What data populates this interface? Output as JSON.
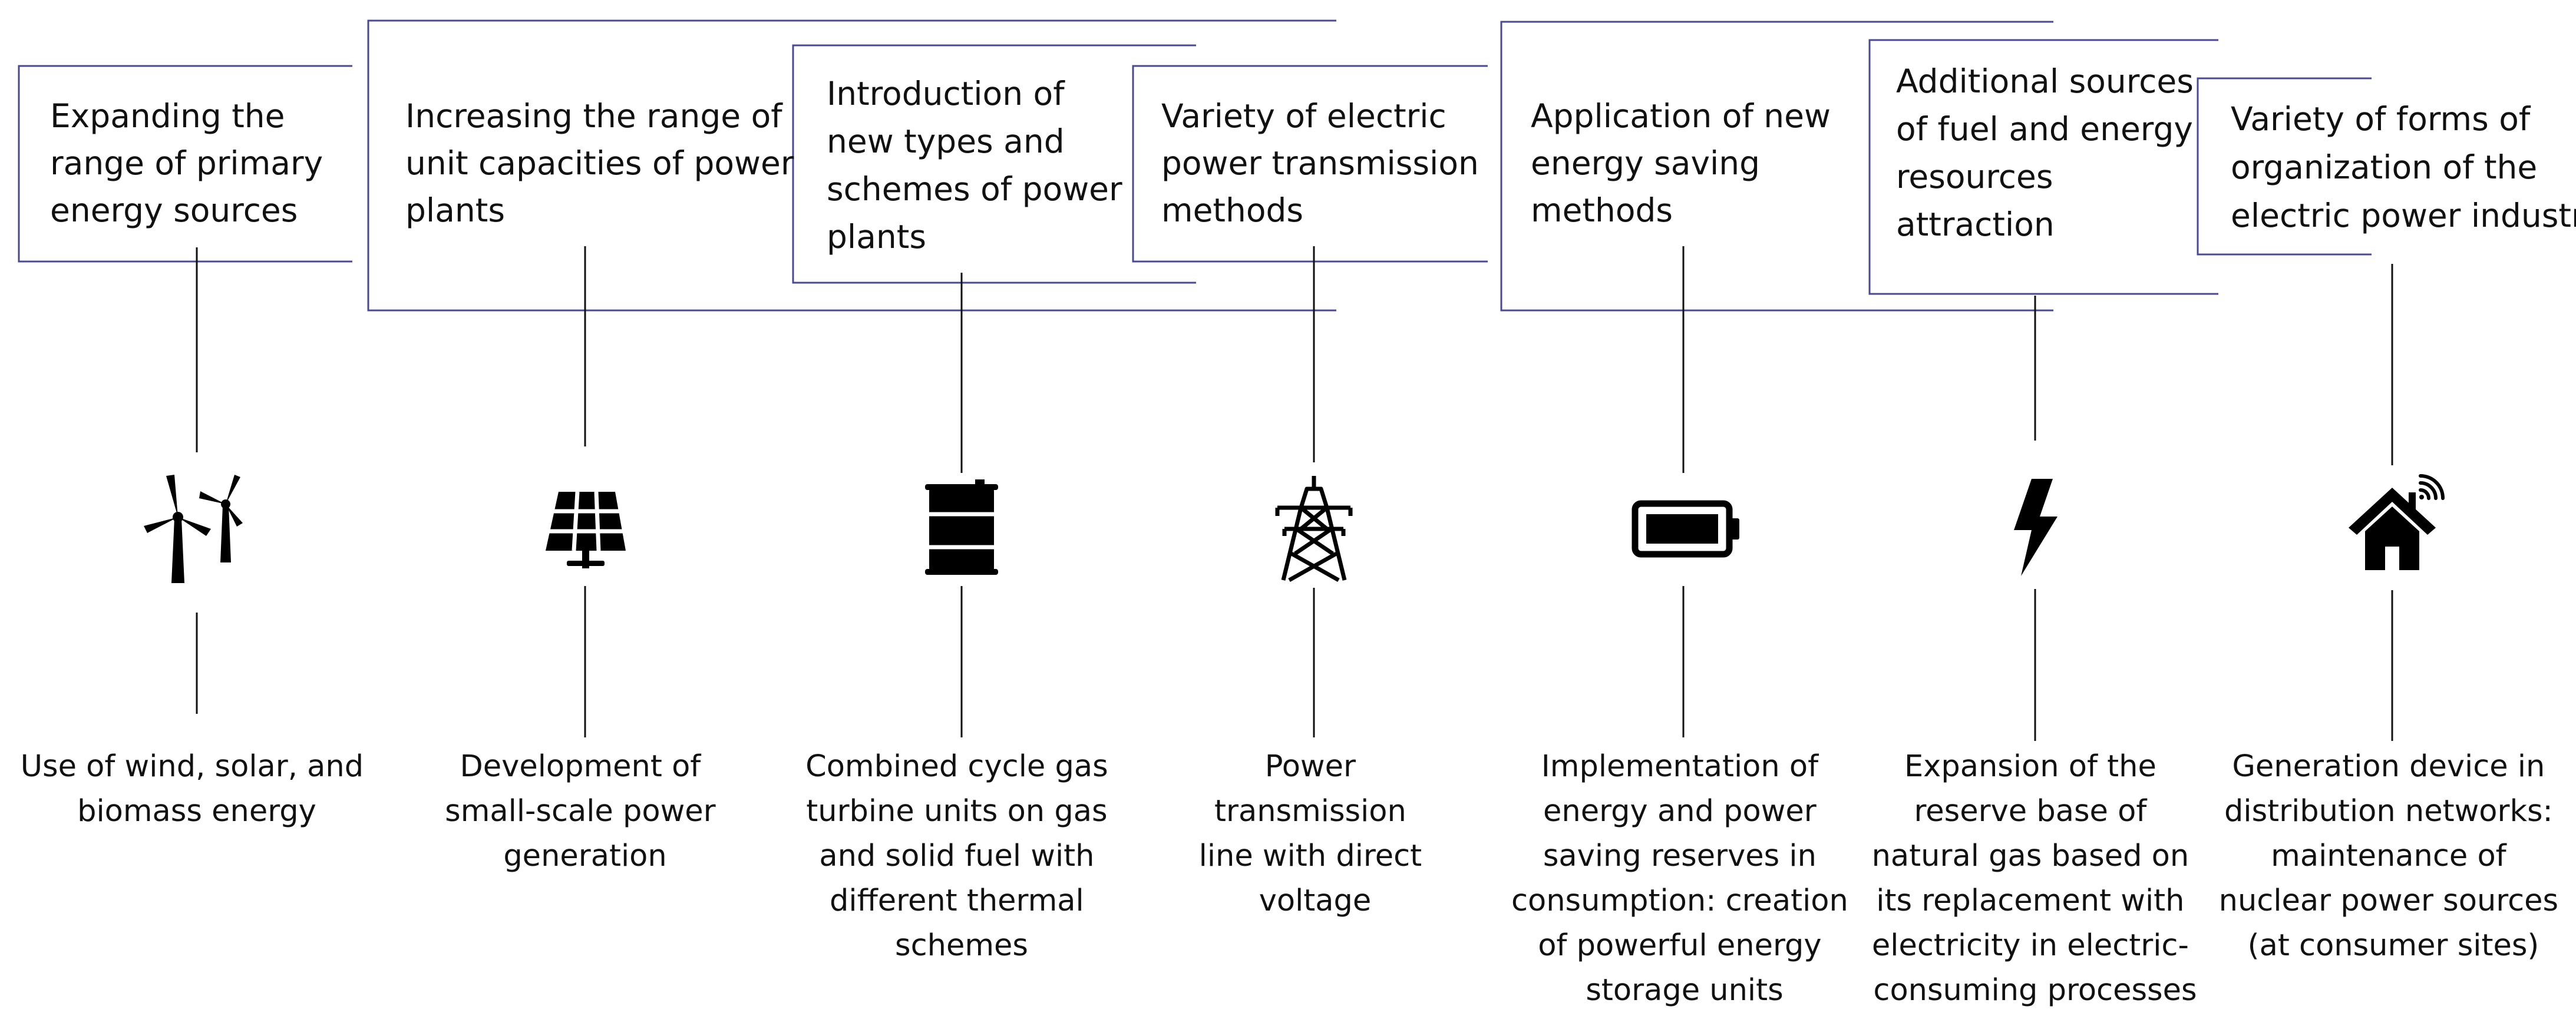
{
  "columns": [
    {
      "header": [
        "Expanding the",
        "range of primary",
        "energy sources"
      ],
      "footer": [
        "Use of wind, solar, and",
        "biomass energy"
      ],
      "icon": "wind-turbine-icon"
    },
    {
      "header": [
        "Increasing the range of",
        "unit capacities of power",
        "plants"
      ],
      "footer": [
        "Development of",
        "small-scale power",
        "generation"
      ],
      "icon": "solar-panel-icon"
    },
    {
      "header": [
        "Introduction of",
        "new types and",
        "schemes of power",
        "plants"
      ],
      "footer": [
        "Combined cycle gas",
        "turbine units on gas",
        "and solid fuel with",
        "different thermal",
        "schemes"
      ],
      "icon": "oil-barrel-icon"
    },
    {
      "header": [
        "Variety of electric",
        "power transmission",
        "methods"
      ],
      "footer": [
        "Power",
        "transmission",
        "line with direct",
        "voltage"
      ],
      "icon": "power-pylon-icon"
    },
    {
      "header": [
        "Application of new",
        "energy saving",
        "methods"
      ],
      "footer": [
        "Implementation of",
        "energy and power",
        "saving reserves in",
        "consumption: creation",
        "of powerful energy",
        "storage units"
      ],
      "icon": "battery-icon"
    },
    {
      "header": [
        "Additional sources",
        "of fuel and energy",
        "resources",
        "attraction"
      ],
      "footer": [
        "Expansion of the",
        "reserve base of",
        "natural gas based on",
        "its replacement with",
        "electricity in electric-",
        "consuming processes"
      ],
      "icon": "lightning-bolt-icon"
    },
    {
      "header": [
        "Variety of forms of",
        "organization of the",
        "electric power industry"
      ],
      "footer": [
        "Generation device in",
        "distribution networks:",
        "maintenance of",
        "nuclear power sources",
        "(at consumer sites)"
      ],
      "icon": "smart-home-icon"
    }
  ],
  "colors": {
    "box_border": "#4a4a8c",
    "text": "#111111",
    "icon": "#000000"
  }
}
